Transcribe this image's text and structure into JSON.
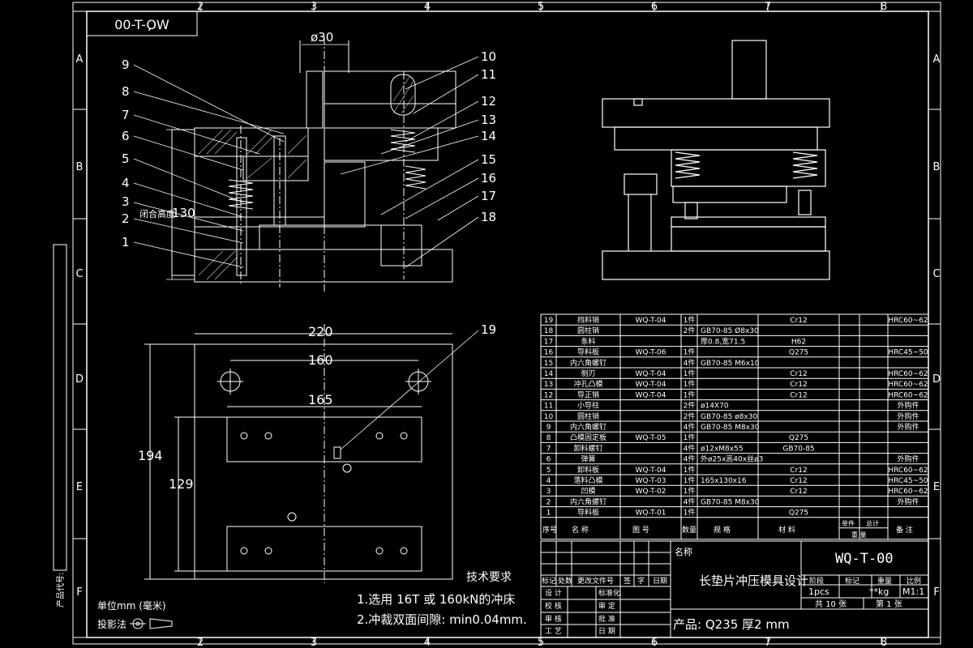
{
  "frame": {
    "top_numbers": [
      "2",
      "3",
      "4",
      "5",
      "6",
      "7",
      "8"
    ],
    "side_letters": [
      "A",
      "B",
      "C",
      "D",
      "E",
      "F"
    ],
    "mirrored_code": "WQ-T-00",
    "side_label": "产品代号:"
  },
  "callouts": [
    "1",
    "2",
    "3",
    "4",
    "5",
    "6",
    "7",
    "8",
    "9",
    "10",
    "11",
    "12",
    "13",
    "14",
    "15",
    "16",
    "17",
    "18",
    "19"
  ],
  "dims": {
    "d30": "ø30",
    "shut_height_label": "闭合高度",
    "shut_height": "130",
    "d220": "220",
    "d160": "160",
    "d165": "165",
    "d194": "194",
    "d129": "129"
  },
  "bom": {
    "rows": [
      {
        "no": "19",
        "name": "挡料销",
        "code": "WQ-T-04",
        "qty": "1件",
        "spec": "",
        "mat": "Cr12",
        "note": "HRC60~62"
      },
      {
        "no": "18",
        "name": "圆柱销",
        "code": "",
        "qty": "2件",
        "spec": "GB70-85 Ø8x30",
        "mat": "",
        "note": ""
      },
      {
        "no": "17",
        "name": "条料",
        "code": "",
        "qty": "",
        "spec": "厚0.8,宽71.5",
        "mat": "H62",
        "note": ""
      },
      {
        "no": "16",
        "name": "导料板",
        "code": "WQ-T-06",
        "qty": "1件",
        "spec": "",
        "mat": "Q275",
        "note": "HRC45~50"
      },
      {
        "no": "15",
        "name": "内六角螺钉",
        "code": "",
        "qty": "4件",
        "spec": "GB70-85 M6x10",
        "mat": "",
        "note": ""
      },
      {
        "no": "14",
        "name": "侧刃",
        "code": "WQ-T-04",
        "qty": "1件",
        "spec": "",
        "mat": "Cr12",
        "note": "HRC60~62"
      },
      {
        "no": "13",
        "name": "冲孔凸模",
        "code": "WQ-T-04",
        "qty": "1件",
        "spec": "",
        "mat": "Cr12",
        "note": "HRC60~62"
      },
      {
        "no": "12",
        "name": "导正销",
        "code": "WQ-T-04",
        "qty": "1件",
        "spec": "",
        "mat": "Cr12",
        "note": "HRC60~62"
      },
      {
        "no": "11",
        "name": "小导柱",
        "code": "",
        "qty": "2件",
        "spec": "ø14X70",
        "mat": "",
        "note": "外购件"
      },
      {
        "no": "10",
        "name": "圆柱销",
        "code": "",
        "qty": "2件",
        "spec": "GB70-85 ø8x30",
        "mat": "",
        "note": "外购件"
      },
      {
        "no": "9",
        "name": "内六角螺钉",
        "code": "",
        "qty": "4件",
        "spec": "GB70-85 M8x30",
        "mat": "",
        "note": "外购件"
      },
      {
        "no": "8",
        "name": "凸模固定板",
        "code": "WQ-T-05",
        "qty": "1件",
        "spec": "",
        "mat": "Q275",
        "note": ""
      },
      {
        "no": "7",
        "name": "卸料螺钉",
        "code": "",
        "qty": "4件",
        "spec": "ø12xM8x55",
        "mat": "GB70-85",
        "note": ""
      },
      {
        "no": "6",
        "name": "弹簧",
        "code": "",
        "qty": "4件",
        "spec": "外ø25x高40x丝ø3",
        "mat": "",
        "note": "外购件"
      },
      {
        "no": "5",
        "name": "卸料板",
        "code": "WQ-T-04",
        "qty": "1件",
        "spec": "",
        "mat": "Cr12",
        "note": "HRC60~62"
      },
      {
        "no": "4",
        "name": "落料凸模",
        "code": "WQ-T-03",
        "qty": "1件",
        "spec": "165x130x16",
        "mat": "Cr12",
        "note": "HRC45~50"
      },
      {
        "no": "3",
        "name": "凹模",
        "code": "WQ-T-02",
        "qty": "1件",
        "spec": "",
        "mat": "Cr12",
        "note": "HRC60~62"
      },
      {
        "no": "2",
        "name": "内六角螺钉",
        "code": "",
        "qty": "4件",
        "spec": "GB70-85 M8x30",
        "mat": "",
        "note": "外购件"
      },
      {
        "no": "1",
        "name": "导料板",
        "code": "WQ-T-01",
        "qty": "1件",
        "spec": "",
        "mat": "Q275",
        "note": ""
      }
    ],
    "header": {
      "no": "序号",
      "name": "名  称",
      "code": "图  号",
      "qty": "数量",
      "spec": "规    格",
      "mat": "材    料",
      "unit": "单件",
      "total": "总计",
      "weight": "重  量",
      "note": "备  注"
    }
  },
  "title_block": {
    "name_label": "名称",
    "title": "长垫片冲压模具设计",
    "code": "WQ-T-00",
    "stage_hdr": "阶段",
    "mark_hdr": "标记",
    "weight_hdr": "重量",
    "scale_hdr": "比例",
    "qty": "1pcs",
    "weight": "**kg",
    "scale": "M1:1",
    "sheets": "共 10 张",
    "sheet": "第 1 张",
    "product": "产品: Q235  厚2 mm",
    "rev_headers": [
      "标记",
      "处数",
      "更改文件号",
      "签",
      "字",
      "日期"
    ],
    "roles": [
      "设 计",
      "校 核",
      "审 核",
      "工 艺"
    ],
    "roles2": [
      "标准化",
      "审 定",
      "批 准",
      "日 期"
    ]
  },
  "notes": {
    "heading": "技术要求",
    "line1": "1.选用 16T 或 160kN的冲床",
    "line2": "2.冲裁双面间隙: min0.04mm.",
    "unit": "单位mm (毫米)",
    "proj": "投影法"
  }
}
